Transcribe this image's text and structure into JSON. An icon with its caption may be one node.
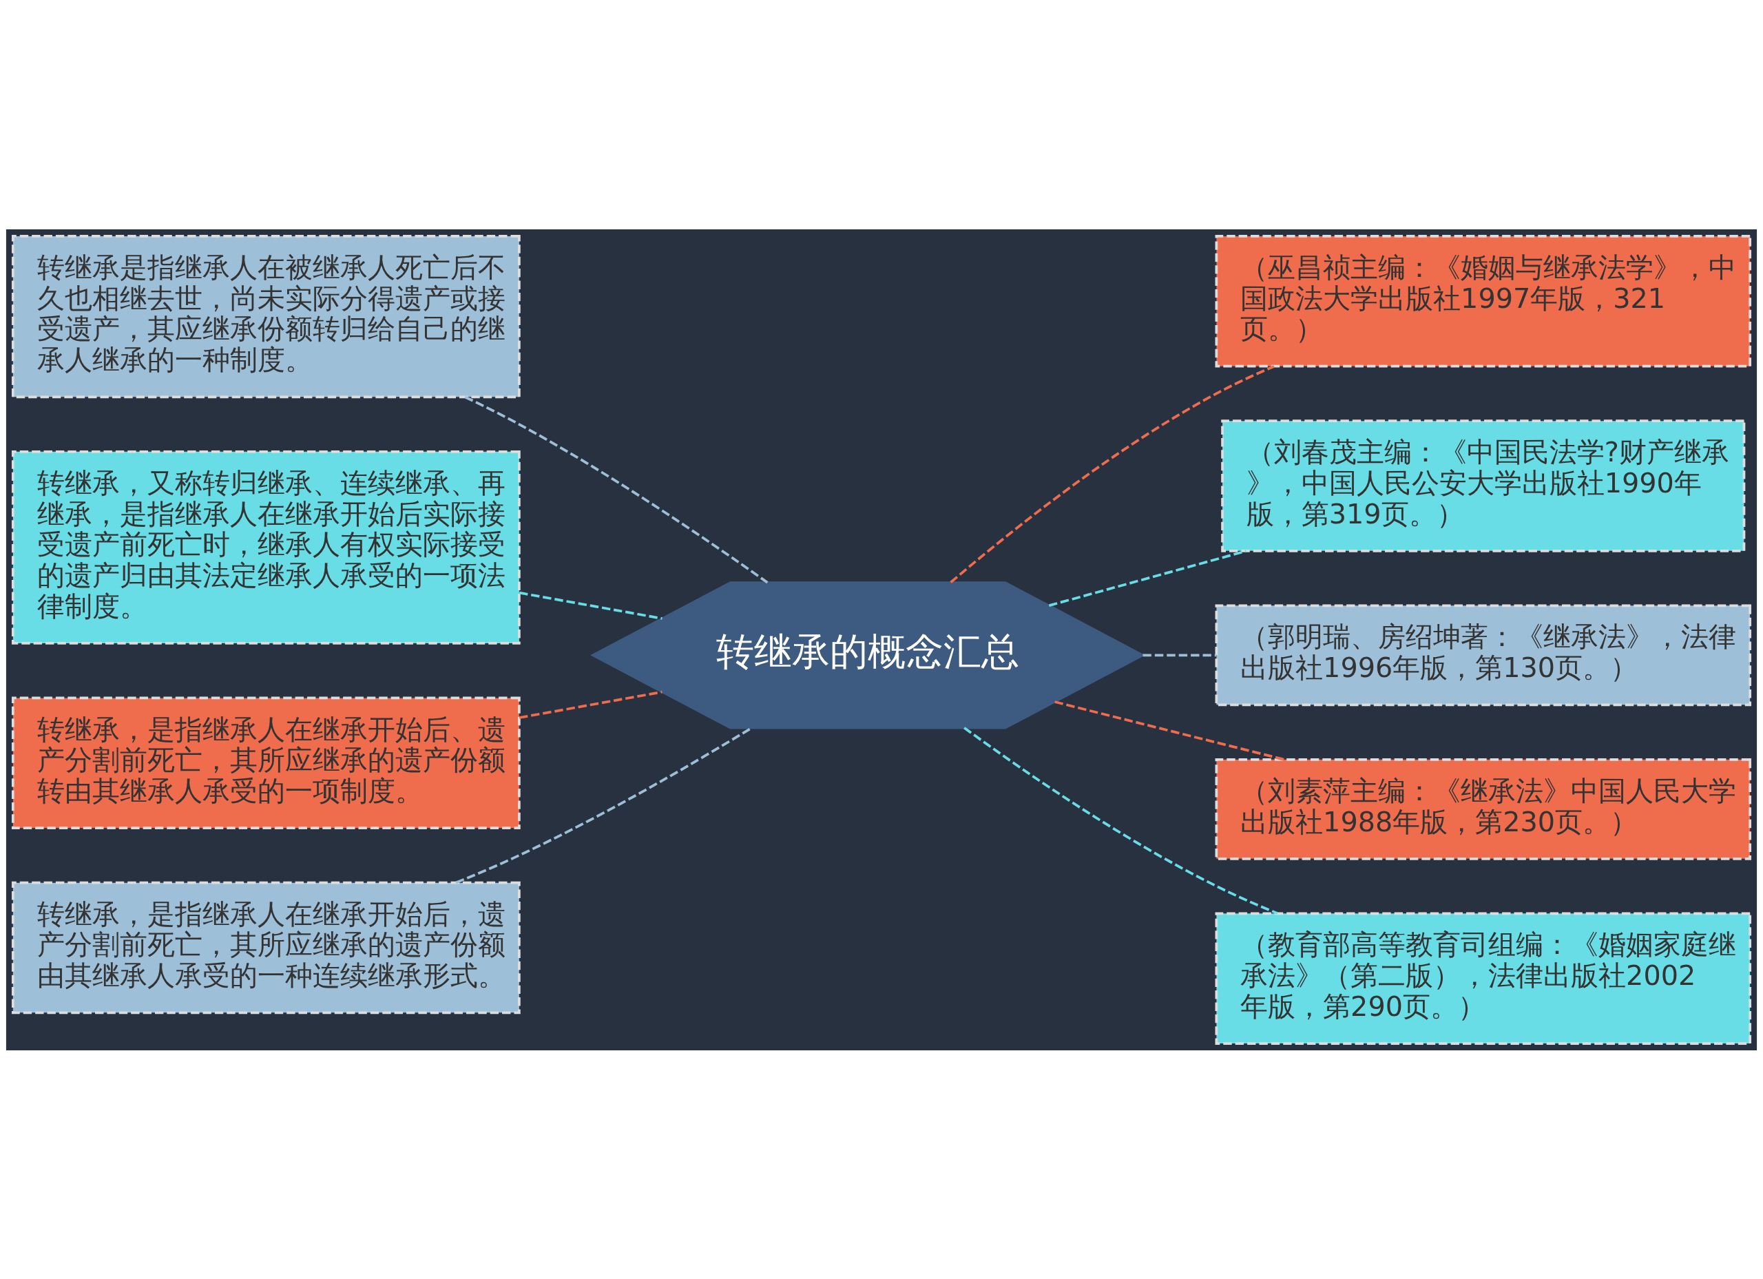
{
  "diagram": {
    "nodes": [
      {
        "text": [
          "转继承是指继承人在被继承人死亡后不久也相继去世，尚未实际分得遗产或接受遗产，其应继承份额转归给自己的继承人继承的一种制度。"
        ]
      },
      {
        "text": [
          "转继承，又称转归继承、连续继承、再继承，是指继承人在继承开始后实际接受遗产前死亡时，继承人有权实际接受的遗产归由其法定继承人承受的一项法律制度。"
        ]
      },
      {
        "text": [
          "转继承，是指继承人在继承开始后、遗产分割前死亡，其所应继承的遗产份额转由其继承人承受的一项制度。"
        ]
      },
      {
        "text": [
          "转继承，是指继承人在继承开始后，遗产分割前死亡，其所应继承的遗产份额由其继承人承受的一种连续继承形式。"
        ]
      },
      {
        "text": [
          "转继承的概念汇总"
        ]
      },
      {
        "text": [
          "（巫昌祯主编：《婚姻与继承法学》，中国政法大学出版社1997年版，321页。）"
        ]
      },
      {
        "text": [
          "（刘春茂主编：《中国民法学?财产继承》，中国人民公安大学出版社1990年版，第319页。）"
        ]
      },
      {
        "text": [
          "（郭明瑞、房绍坤著：《继承法》，法律出版社1996年版，第130页。）"
        ]
      },
      {
        "text": [
          "（刘素萍主编：《继承法》中国人民大学出版社1988年版，第230页。）"
        ]
      },
      {
        "text": [
          "（教育部高等教育司组编：《婚姻家庭继承法》（第二版），法律出版社2002年版，第290页。）"
        ]
      }
    ],
    "edges": [
      {
        "from": 0,
        "to": 4,
        "arrow": "none",
        "style": "dashed",
        "color": "#9dbfd8"
      },
      {
        "from": 1,
        "to": 4,
        "arrow": "none",
        "style": "dashed",
        "color": "#69dde6"
      },
      {
        "from": 2,
        "to": 4,
        "arrow": "none",
        "style": "dashed",
        "color": "#ef6c4d"
      },
      {
        "from": 3,
        "to": 4,
        "arrow": "none",
        "style": "dashed",
        "color": "#9dbfd8"
      },
      {
        "from": 4,
        "to": 5,
        "arrow": "none",
        "style": "dashed",
        "color": "#ef6c4d"
      },
      {
        "from": 4,
        "to": 6,
        "arrow": "none",
        "style": "dashed",
        "color": "#69dde6"
      },
      {
        "from": 4,
        "to": 7,
        "arrow": "none",
        "style": "dashed",
        "color": "#9dbfd8"
      },
      {
        "from": 4,
        "to": 8,
        "arrow": "none",
        "style": "dashed",
        "color": "#ef6c4d"
      },
      {
        "from": 4,
        "to": 9,
        "arrow": "none",
        "style": "dashed",
        "color": "#69dde6"
      }
    ]
  }
}
